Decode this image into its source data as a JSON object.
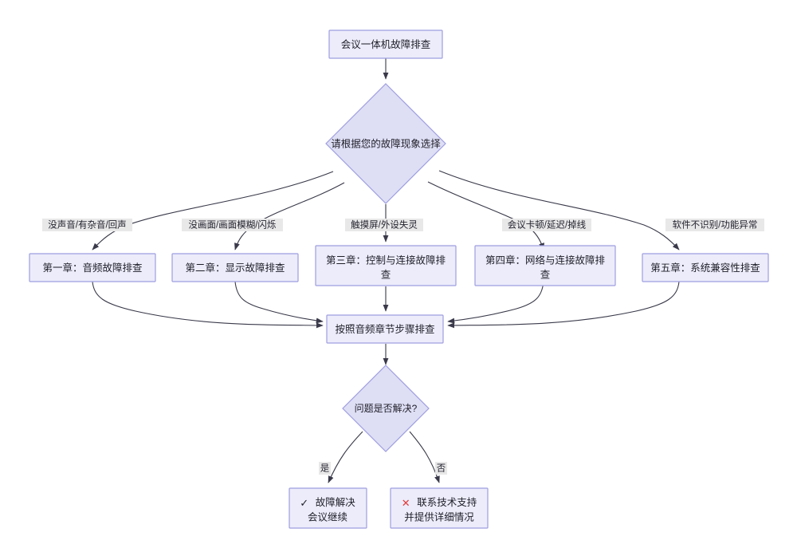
{
  "diagram": {
    "title": "会议一体机故障排查",
    "type": "flowchart",
    "colors": {
      "node_fill": "#ececfb",
      "node_stroke": "#9e9ee0",
      "decision_fill": "#dedef5",
      "edge_stroke": "#39394a",
      "edge_label_bg": "#e8e8e8",
      "success_mark": "#1f1f29",
      "failure_mark": "#e53935",
      "page_bg": "#ffffff"
    },
    "nodes": {
      "start": {
        "label": "会议一体机故障排查"
      },
      "decision_symptom": {
        "label": "请根据您的故障现象选择"
      },
      "chapter1": {
        "label": "第一章：音频故障排查"
      },
      "chapter2": {
        "label": "第二章：显示故障排查"
      },
      "chapter3_line1": {
        "label": "第三章：控制与连接故障排"
      },
      "chapter3_line2": {
        "label": "查"
      },
      "chapter4_line1": {
        "label": "第四章：网络与连接故障排"
      },
      "chapter4_line2": {
        "label": "查"
      },
      "chapter5": {
        "label": "第五章：系统兼容性排查"
      },
      "merge": {
        "label": "按照音频章节步骤排查"
      },
      "decision_resolved": {
        "label": "问题是否解决?"
      },
      "result_ok_line1": {
        "mark": "✓",
        "label": "故障解决"
      },
      "result_ok_line2": {
        "label": "会议继续"
      },
      "result_fail_line1": {
        "mark": "✕",
        "label": "联系技术支持"
      },
      "result_fail_line2": {
        "label": "并提供详细情况"
      }
    },
    "edge_labels": {
      "branch1": "没声音/有杂音/回声",
      "branch2": "没画面/画面模糊/闪烁",
      "branch3": "触摸屏/外设失灵",
      "branch4": "会议卡顿/延迟/掉线",
      "branch5": "软件不识别/功能异常",
      "yes": "是",
      "no": "否"
    }
  }
}
